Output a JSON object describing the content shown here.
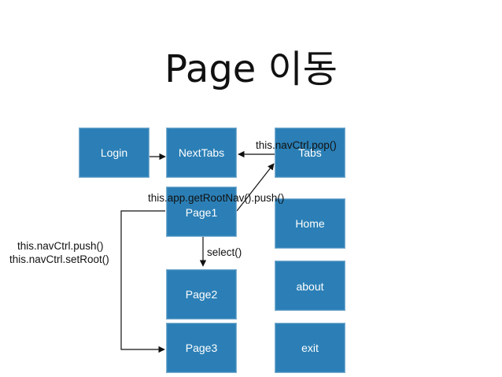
{
  "title": "Page 이동",
  "boxes": {
    "login": "Login",
    "nexttabs": "NextTabs",
    "tabs": "Tabs",
    "page1": "Page1",
    "home": "Home",
    "page2": "Page2",
    "about": "about",
    "page3": "Page3",
    "exit": "exit"
  },
  "labels": {
    "pop": "this.navCtrl.pop()",
    "getrootnav": "this.app.getRootNav().push()",
    "select": "select()",
    "push": "this.navCtrl.push()",
    "setroot": "this.navCtrl.setRoot()"
  },
  "colors": {
    "box_fill": "#2b7fb6",
    "text": "#111111"
  }
}
